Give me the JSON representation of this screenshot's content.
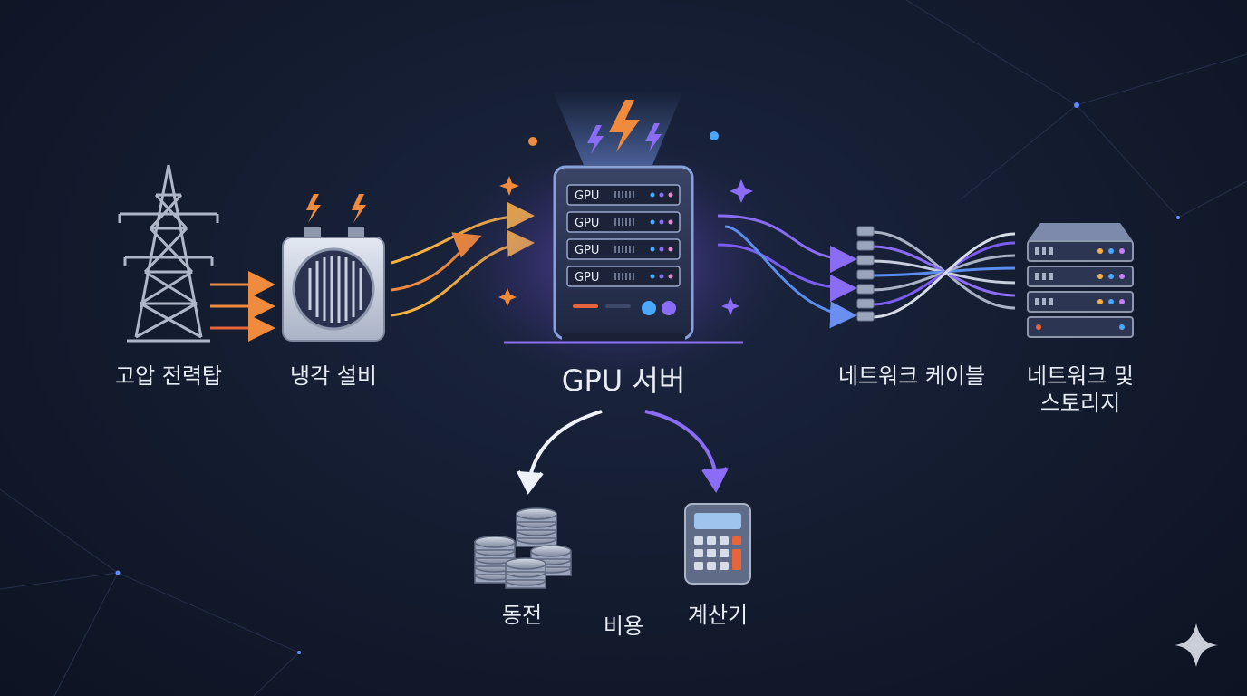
{
  "nodes": {
    "tower": "고압 전력탑",
    "cooling": "냉각 설비",
    "server": "GPU 서버",
    "cable": "네트워크 케이블",
    "storage_line1": "네트워크 및",
    "storage_line2": "스토리지",
    "coins": "동전",
    "cost": "비용",
    "calculator": "계산기"
  },
  "server_slots": [
    "GPU",
    "GPU",
    "GPU",
    "GPU"
  ],
  "colors": {
    "background": "#131b2e",
    "power_arrow": "#f08a3c",
    "heat_arrow": "#f5b041",
    "data_arrow": "#7b5cf0",
    "network_blue": "#5b8def",
    "glow": "#8a5cf6",
    "text": "#e8ecf5"
  }
}
